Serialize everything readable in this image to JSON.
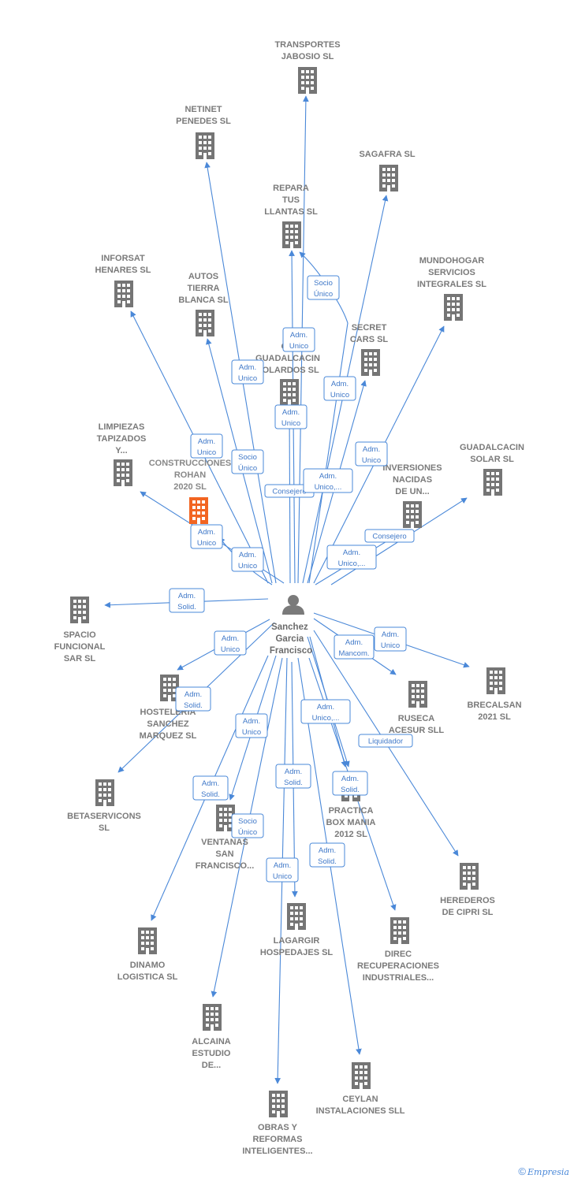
{
  "person": {
    "name_lines": [
      "Sanchez",
      "Garcia",
      "Francisco"
    ]
  },
  "nodes": [
    {
      "id": "transportes",
      "lines": [
        "TRANSPORTES",
        "JABOSIO SL"
      ],
      "focus": false
    },
    {
      "id": "netinet",
      "lines": [
        "NETINET",
        "PENEDES SL"
      ],
      "focus": false
    },
    {
      "id": "sagafra",
      "lines": [
        "SAGAFRA  SL"
      ],
      "focus": false
    },
    {
      "id": "repara",
      "lines": [
        "REPARA",
        "TUS",
        "LLANTAS SL"
      ],
      "focus": false
    },
    {
      "id": "inforsat",
      "lines": [
        "INFORSAT",
        "HENARES SL"
      ],
      "focus": false
    },
    {
      "id": "autos",
      "lines": [
        "AUTOS",
        "TIERRA",
        "BLANCA  SL"
      ],
      "focus": false
    },
    {
      "id": "mundohogar",
      "lines": [
        "MUNDOHOGAR",
        "SERVICIOS",
        "INTEGRALES SL"
      ],
      "focus": false
    },
    {
      "id": "secret",
      "lines": [
        "SECRET",
        "CARS  SL"
      ],
      "focus": false
    },
    {
      "id": "guadalcacin_solares",
      "lines": [
        "C...",
        "GUADALCACIN",
        "SOLARDOS SL"
      ],
      "focus": false
    },
    {
      "id": "limpiezas",
      "lines": [
        "LIMPIEZAS",
        "TAPIZADOS",
        "Y..."
      ],
      "focus": false
    },
    {
      "id": "construcciones",
      "lines": [
        "CONSTRUCCIONES",
        "ROHAN",
        "2020  SL"
      ],
      "focus": true
    },
    {
      "id": "inversiones",
      "lines": [
        "INVERSIONES",
        "NACIDAS",
        "DE UN..."
      ],
      "focus": false
    },
    {
      "id": "guadalcacin_solar",
      "lines": [
        "GUADALCACIN",
        "SOLAR SL"
      ],
      "focus": false
    },
    {
      "id": "spacio",
      "lines": [
        "SPACIO",
        "FUNCIONAL",
        "SAR  SL"
      ],
      "focus": false
    },
    {
      "id": "hosteleria",
      "lines": [
        "HOSTELERIA",
        "SANCHEZ",
        "MARQUEZ  SL"
      ],
      "focus": false
    },
    {
      "id": "ruseca",
      "lines": [
        "RUSECA",
        "ACESUR  SLL"
      ],
      "focus": false
    },
    {
      "id": "brecalsan",
      "lines": [
        "BRECALSAN",
        "2021  SL"
      ],
      "focus": false
    },
    {
      "id": "betaservicons",
      "lines": [
        "BETASERVICONS",
        "SL"
      ],
      "focus": false
    },
    {
      "id": "ventanas",
      "lines": [
        "VENTANAS",
        "SAN",
        "FRANCISCO..."
      ],
      "focus": false
    },
    {
      "id": "practica",
      "lines": [
        "PRACTICA",
        "BOX MANIA",
        "2012 SL"
      ],
      "focus": false
    },
    {
      "id": "herederos",
      "lines": [
        "HEREDEROS",
        "DE CIPRI SL"
      ],
      "focus": false
    },
    {
      "id": "dinamo",
      "lines": [
        "DINAMO",
        "LOGISTICA  SL"
      ],
      "focus": false
    },
    {
      "id": "lagargir",
      "lines": [
        "LAGARGIR",
        "HOSPEDAJES SL"
      ],
      "focus": false
    },
    {
      "id": "direc",
      "lines": [
        "DIREC",
        "RECUPERACIONES",
        "INDUSTRIALES..."
      ],
      "focus": false
    },
    {
      "id": "alcaina",
      "lines": [
        "ALCAINA",
        "ESTUDIO",
        "DE..."
      ],
      "focus": false
    },
    {
      "id": "ceylan",
      "lines": [
        "CEYLAN",
        "INSTALACIONES SLL"
      ],
      "focus": false
    },
    {
      "id": "obras",
      "lines": [
        "OBRAS Y",
        "REFORMAS",
        "INTELIGENTES..."
      ],
      "focus": false
    }
  ],
  "edge_labels": [
    {
      "id": "l1",
      "lines": [
        "Socio",
        "Único"
      ]
    },
    {
      "id": "l2",
      "lines": [
        "Adm.",
        "Unico"
      ]
    },
    {
      "id": "l3",
      "lines": [
        "Adm.",
        "Unico"
      ]
    },
    {
      "id": "l4",
      "lines": [
        "Adm.",
        "Unico"
      ]
    },
    {
      "id": "l5",
      "lines": [
        "Adm.",
        "Unico"
      ]
    },
    {
      "id": "l6",
      "lines": [
        "Adm.",
        "Unico"
      ]
    },
    {
      "id": "l7",
      "lines": [
        "Adm.",
        "Unico"
      ]
    },
    {
      "id": "l8",
      "lines": [
        "Socio",
        "Único"
      ]
    },
    {
      "id": "l9",
      "lines": [
        "Consejero"
      ]
    },
    {
      "id": "l10",
      "lines": [
        "Adm.",
        "Unico,..."
      ]
    },
    {
      "id": "l11",
      "lines": [
        "Adm.",
        "Unico"
      ]
    },
    {
      "id": "l12",
      "lines": [
        "Consejero"
      ]
    },
    {
      "id": "l13",
      "lines": [
        "Adm.",
        "Unico"
      ]
    },
    {
      "id": "l14",
      "lines": [
        "Adm.",
        "Unico,..."
      ]
    },
    {
      "id": "l15",
      "lines": [
        "Adm.",
        "Solid."
      ]
    },
    {
      "id": "l16",
      "lines": [
        "Adm.",
        "Unico"
      ]
    },
    {
      "id": "l17",
      "lines": [
        "Adm.",
        "Mancom."
      ]
    },
    {
      "id": "l18",
      "lines": [
        "Adm.",
        "Unico"
      ]
    },
    {
      "id": "l19",
      "lines": [
        "Adm.",
        "Solid."
      ]
    },
    {
      "id": "l20",
      "lines": [
        "Adm.",
        "Unico,..."
      ]
    },
    {
      "id": "l21",
      "lines": [
        "Liquidador"
      ]
    },
    {
      "id": "l22",
      "lines": [
        "Adm.",
        "Unico"
      ]
    },
    {
      "id": "l23",
      "lines": [
        "Adm.",
        "Solid."
      ]
    },
    {
      "id": "l24",
      "lines": [
        "Adm.",
        "Solid."
      ]
    },
    {
      "id": "l25",
      "lines": [
        "Adm.",
        "Solid."
      ]
    },
    {
      "id": "l26",
      "lines": [
        "Socio",
        "Único"
      ]
    },
    {
      "id": "l27",
      "lines": [
        "Adm.",
        "Solid."
      ]
    },
    {
      "id": "l28",
      "lines": [
        "Adm.",
        "Unico"
      ]
    }
  ],
  "colors": {
    "edge": "#4a88d8",
    "building": "#757575",
    "building_focus": "#f26522",
    "person": "#7a7a7a"
  },
  "footer": {
    "copyright_symbol": "©",
    "brand": "Empresia"
  }
}
